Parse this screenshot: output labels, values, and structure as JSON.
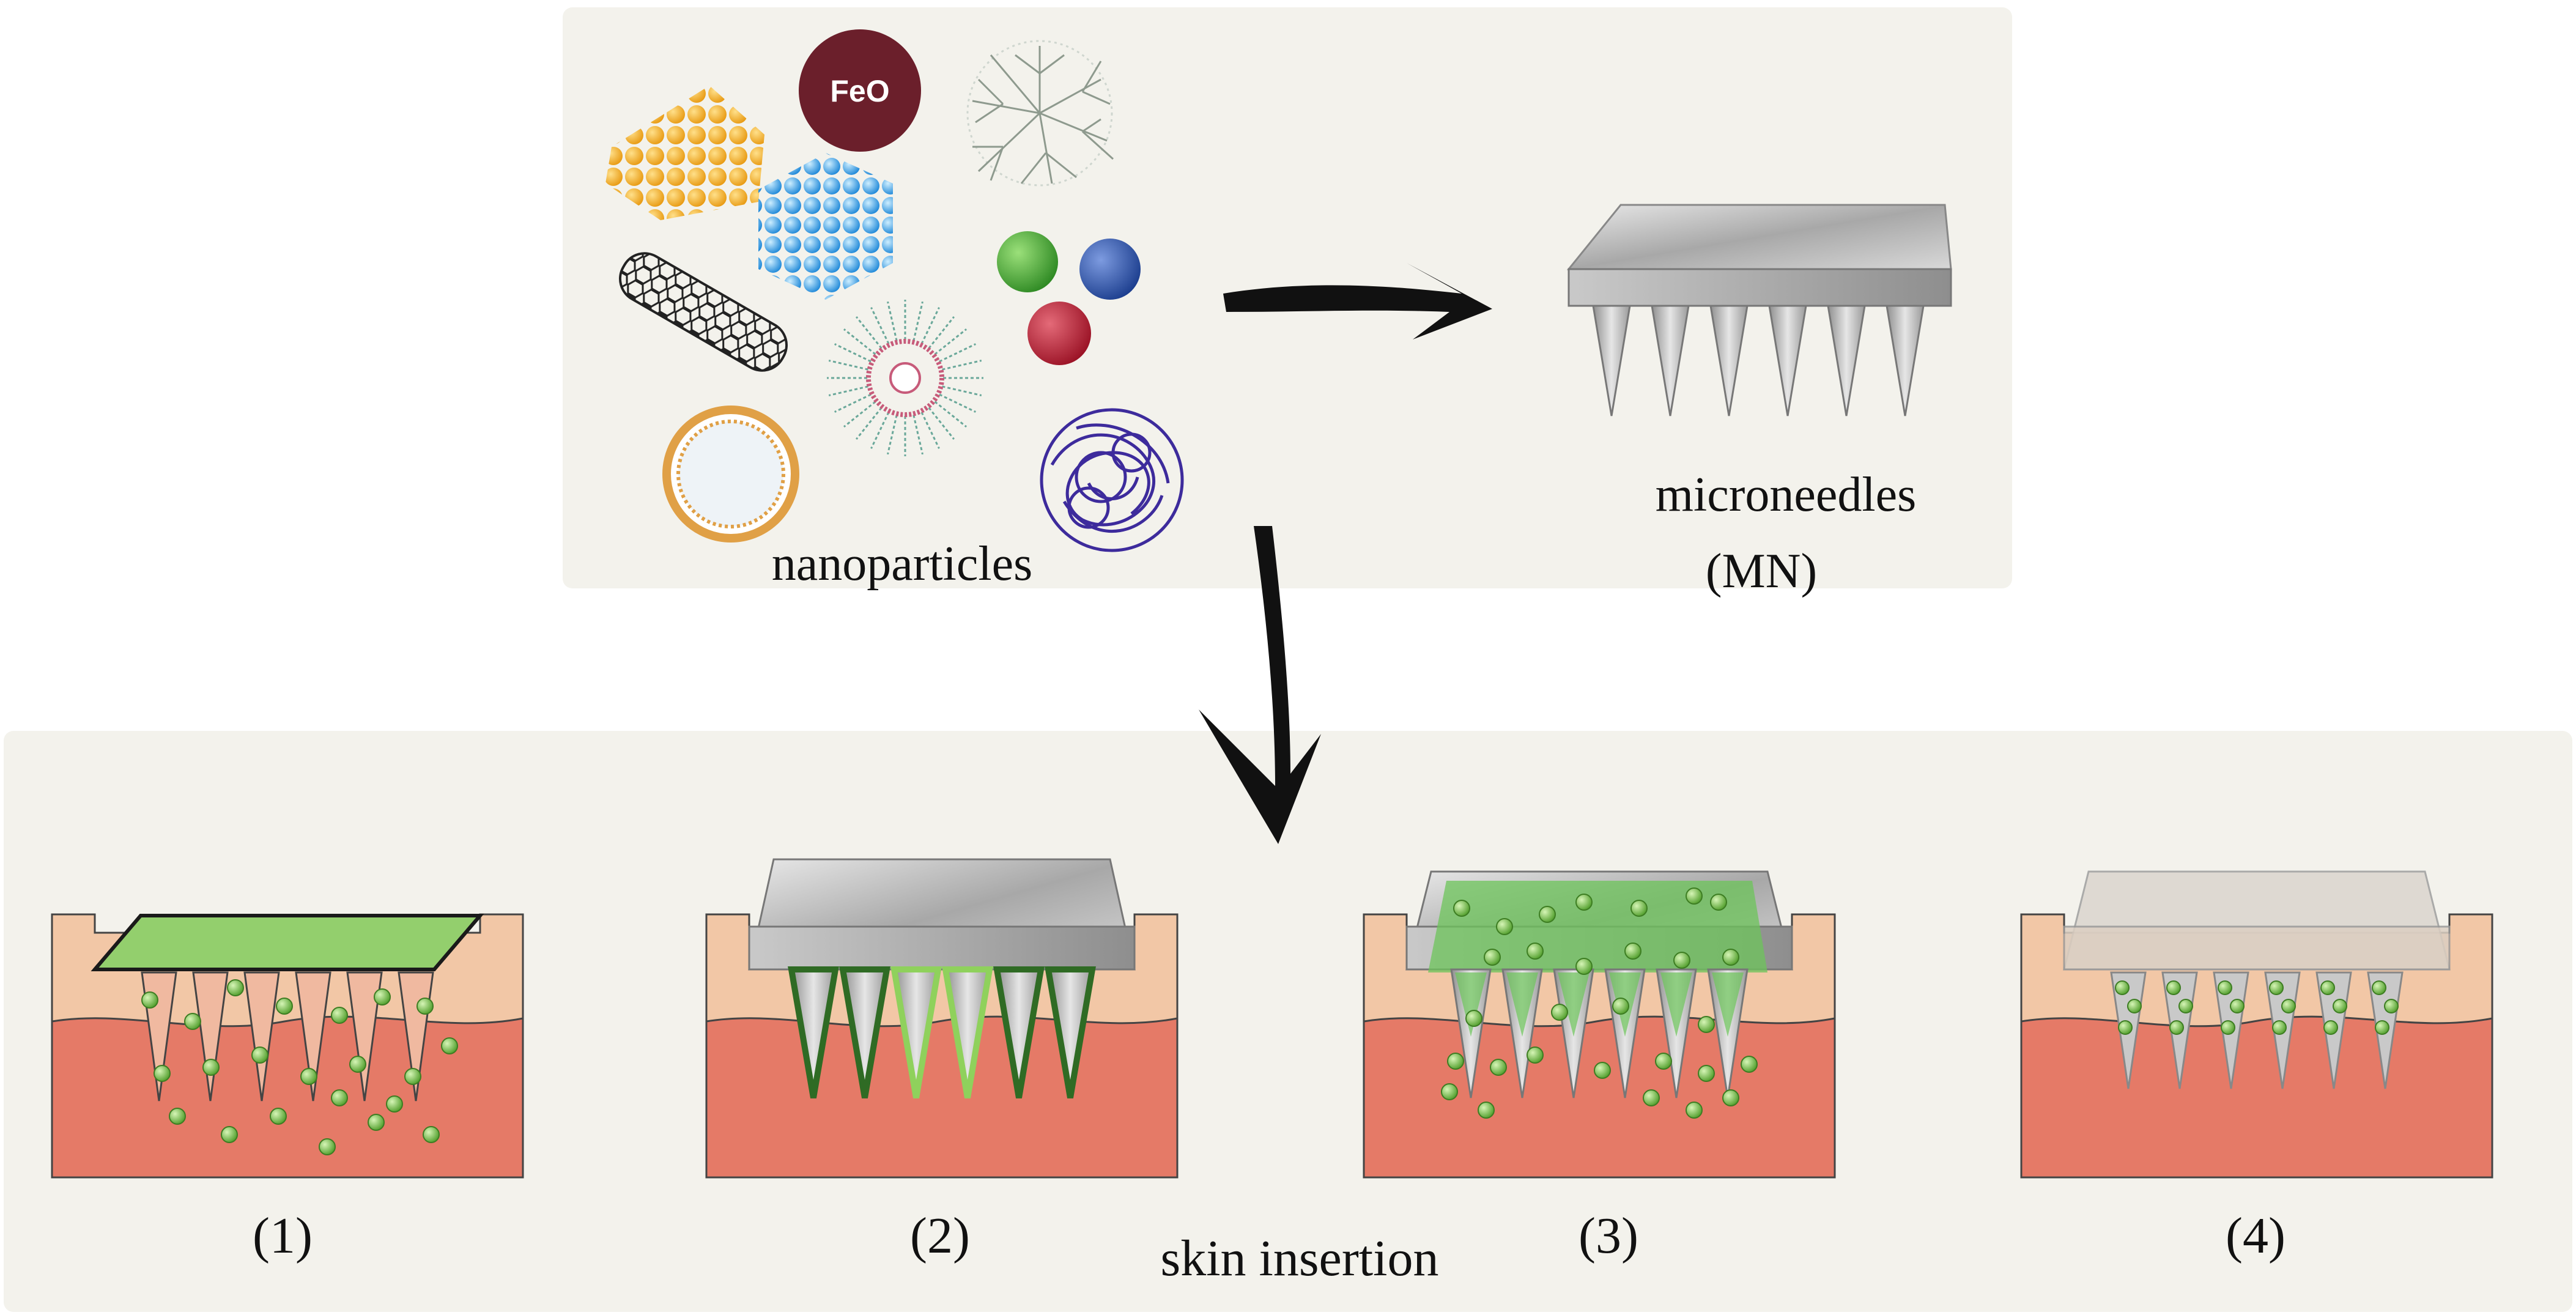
{
  "top_panel": {
    "nanoparticles_label": "nanoparticles",
    "feo_label": "FeO",
    "microneedles_label": "microneedles",
    "mn_abbrev": "(MN)"
  },
  "bottom_panel": {
    "caption": "skin insertion",
    "steps": [
      {
        "label": "(1)"
      },
      {
        "label": "(2)"
      },
      {
        "label": "(3)"
      },
      {
        "label": "(4)"
      }
    ]
  },
  "colors": {
    "panel_bg": "#f3f2ec",
    "skin_top": "#f2c7a6",
    "skin_dermis": "#e57a67",
    "needle_gray": "#b9b9b9",
    "green_coat": "#8dcf6a",
    "particle_green": "#7fc454",
    "feo_sphere": "#6b1f2b"
  }
}
